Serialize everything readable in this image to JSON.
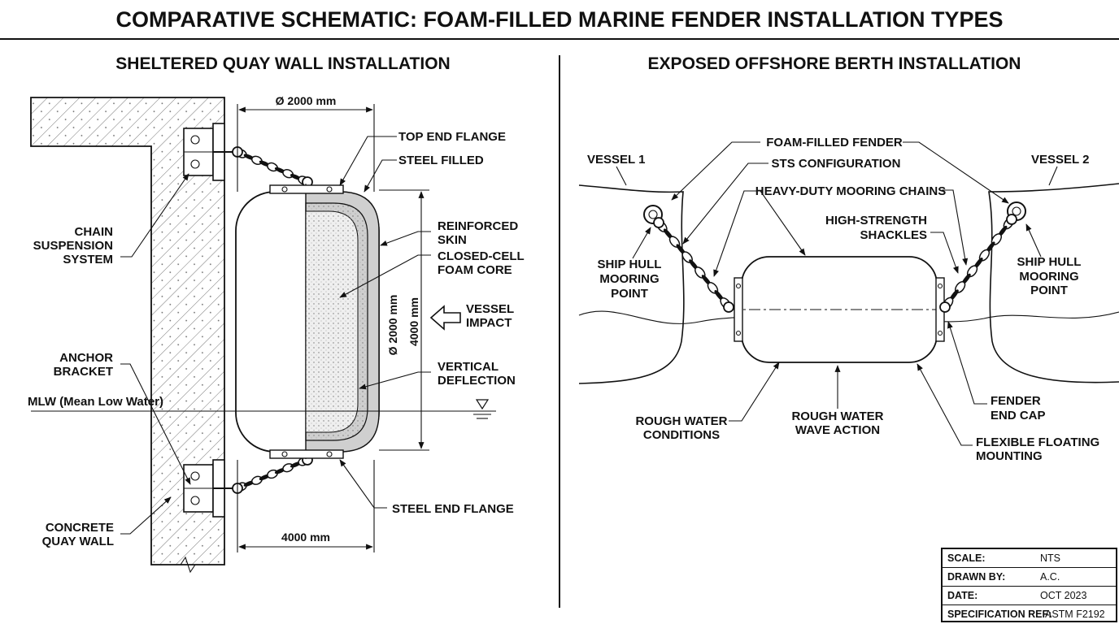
{
  "title": "COMPARATIVE SCHEMATIC: FOAM-FILLED MARINE FENDER INSTALLATION TYPES",
  "left": {
    "heading": "SHELTERED QUAY WALL INSTALLATION",
    "dims": {
      "diameter_top": "Ø 2000 mm",
      "length_bottom": "4000 mm",
      "diameter_vertical": "Ø 2000 mm",
      "length_vertical": "4000 mm"
    },
    "labels": {
      "top_end_flange": "TOP END FLANGE",
      "steel_filled": "STEEL FILLED",
      "reinforced_skin": [
        "REINFORCED",
        "SKIN"
      ],
      "foam_core": [
        "CLOSED-CELL",
        "FOAM CORE"
      ],
      "vessel_impact": [
        "VESSEL",
        "IMPACT"
      ],
      "vertical_deflection": [
        "VERTICAL",
        "DEFLECTION"
      ],
      "chain_suspension": [
        "CHAIN",
        "SUSPENSION",
        "SYSTEM"
      ],
      "anchor_bracket": [
        "ANCHOR",
        "BRACKET"
      ],
      "mlw": "MLW (Mean Low Water)",
      "concrete_wall": [
        "CONCRETE",
        "QUAY WALL"
      ],
      "steel_end_flange": "STEEL END FLANGE"
    }
  },
  "right": {
    "heading": "EXPOSED OFFSHORE BERTH INSTALLATION",
    "labels": {
      "vessel1": "VESSEL 1",
      "vessel2": "VESSEL 2",
      "foam_fender": "FOAM-FILLED FENDER",
      "sts": "STS CONFIGURATION",
      "chains": "HEAVY-DUTY MOORING CHAINS",
      "shackles": [
        "HIGH-STRENGTH",
        "SHACKLES"
      ],
      "hull_left": [
        "SHIP HULL",
        "MOORING",
        "POINT"
      ],
      "hull_right": [
        "SHIP HULL",
        "MOORING",
        "POINT"
      ],
      "rough_conditions": [
        "ROUGH WATER",
        "CONDITIONS"
      ],
      "rough_wave": [
        "ROUGH WATER",
        "WAVE ACTION"
      ],
      "end_cap": [
        "FENDER",
        "END CAP"
      ],
      "floating_mount": [
        "FLEXIBLE FLOATING",
        "MOUNTING"
      ]
    }
  },
  "title_block": {
    "rows": [
      {
        "key": "SCALE:",
        "value": "NTS"
      },
      {
        "key": "DRAWN BY:",
        "value": "A.C."
      },
      {
        "key": "DATE:",
        "value": "OCT 2023"
      },
      {
        "key": "SPECIFICATION REF:",
        "value": "ASTM F2192"
      }
    ]
  }
}
